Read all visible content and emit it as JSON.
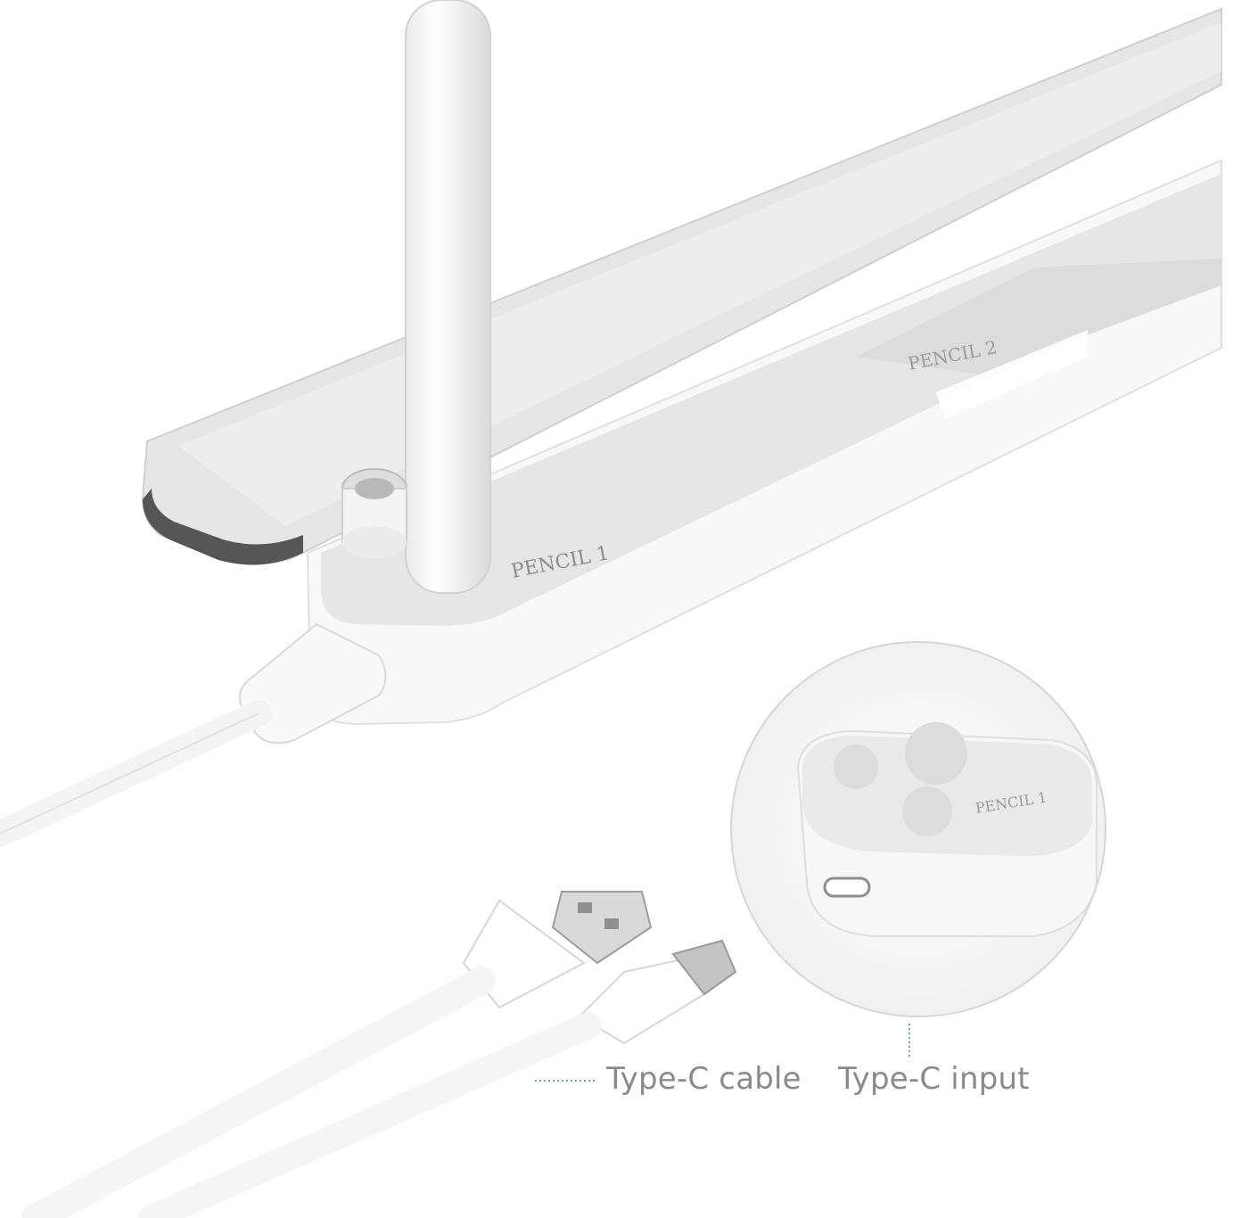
{
  "product": {
    "slot_label_1": "PENCIL 1",
    "slot_label_2": "PENCIL 2",
    "inset_label": "PENCIL 1"
  },
  "captions": {
    "cable": "Type-C cable",
    "input": "Type-C input"
  },
  "colors": {
    "leader_line": "#5aa9c9",
    "caption_text": "#8a8a8a",
    "body_white": "#f7f7f7",
    "tray_grey": "#e4e4e4"
  }
}
